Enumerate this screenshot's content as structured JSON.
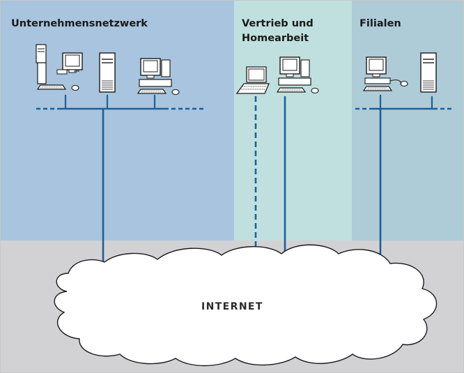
{
  "sections": {
    "corporate": {
      "label": "Unternehmensnetzwerk",
      "color": "#a8c4de"
    },
    "sales": {
      "label_line1": "Vertrieb und",
      "label_line2": "Homearbeit",
      "color": "#bfe0de"
    },
    "branches": {
      "label": "Filialen",
      "color": "#aecbd8"
    }
  },
  "internet": {
    "label": "INTERNET",
    "area_color": "#d2d2d4",
    "cloud_color": "#ffffff"
  },
  "colors": {
    "line": "#1e5f96",
    "ink": "#1a1a1a",
    "screen": "#ffffff"
  }
}
